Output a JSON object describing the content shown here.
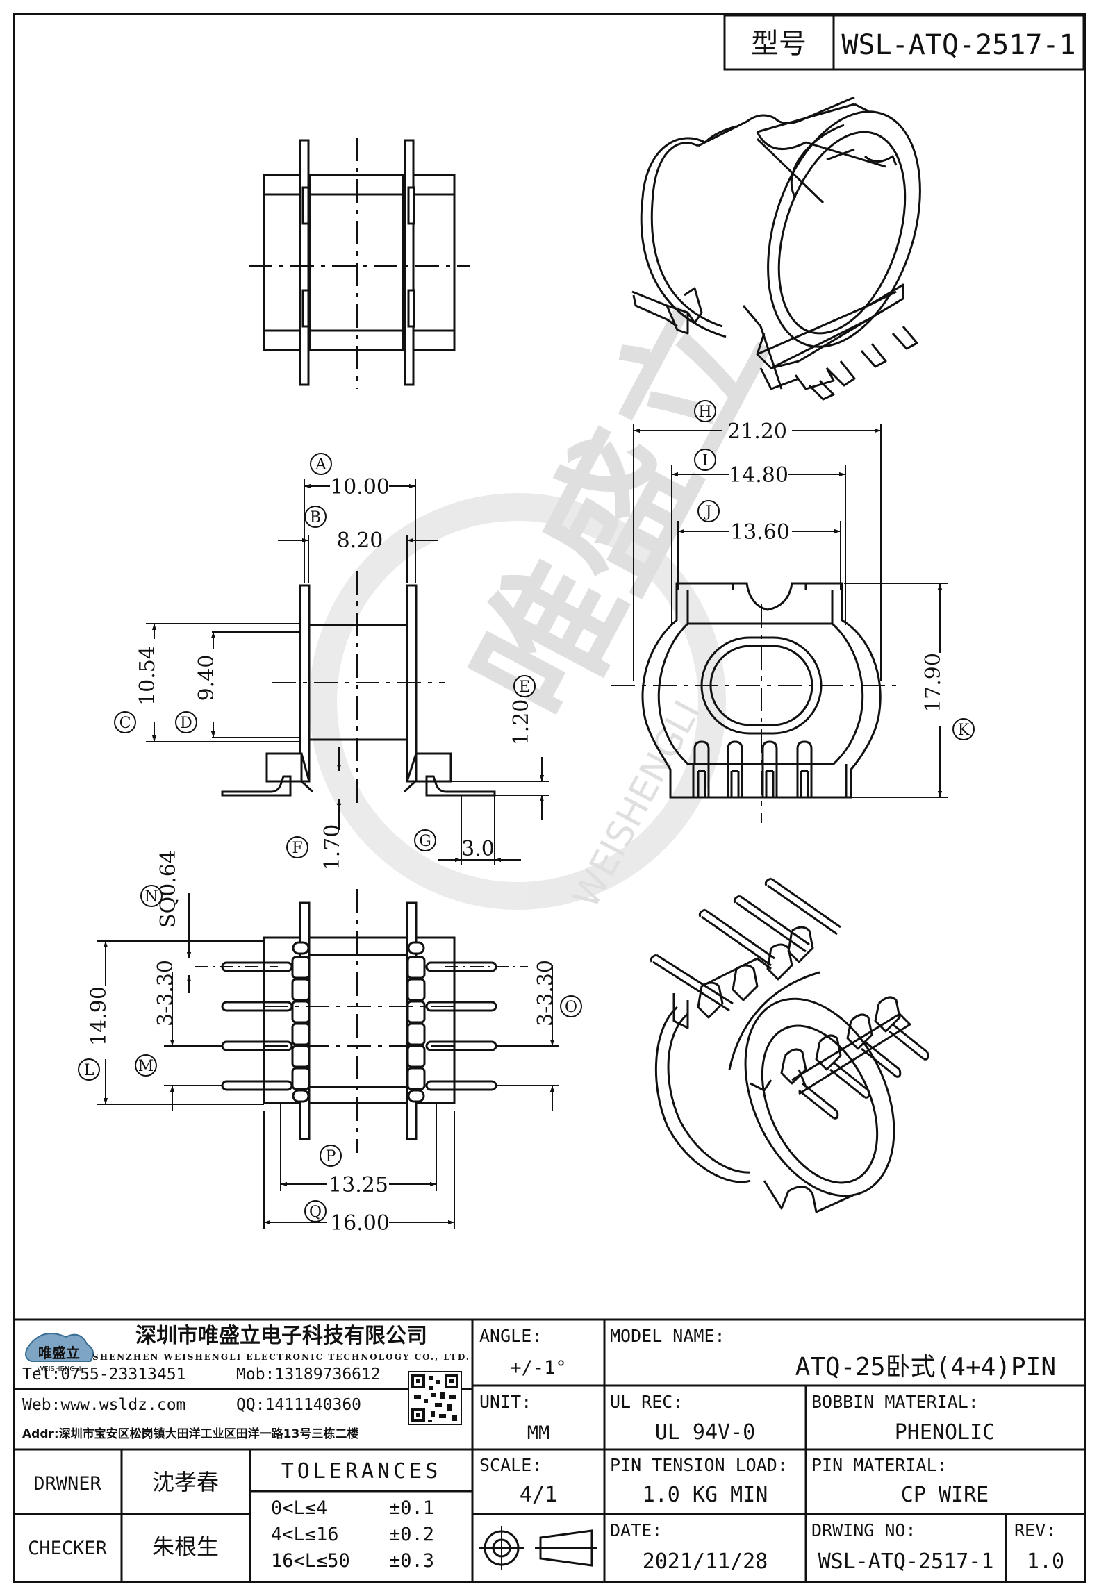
{
  "header": {
    "model_label": "型号",
    "model_value": "WSL-ATQ-2517-1"
  },
  "watermark": {
    "cn": "唯盛立",
    "en": "WEISHENGLI"
  },
  "dims": {
    "A": {
      "letter": "A",
      "value": "10.00"
    },
    "B": {
      "letter": "B",
      "value": "8.20"
    },
    "C": {
      "letter": "C",
      "value": "10.54"
    },
    "D": {
      "letter": "D",
      "value": "9.40"
    },
    "E": {
      "letter": "E",
      "value": "1.20"
    },
    "F": {
      "letter": "F",
      "value": "1.70"
    },
    "G": {
      "letter": "G",
      "value": "3.0"
    },
    "H": {
      "letter": "H",
      "value": "21.20"
    },
    "I": {
      "letter": "I",
      "value": "14.80"
    },
    "J": {
      "letter": "J",
      "value": "13.60"
    },
    "K": {
      "letter": "K",
      "value": "17.90"
    },
    "L": {
      "letter": "L",
      "value": "14.90"
    },
    "M": {
      "letter": "M",
      "value": "3-3.30"
    },
    "N": {
      "letter": "N",
      "value": "SQ0.64"
    },
    "O": {
      "letter": "O",
      "value": "3-3.30"
    },
    "P": {
      "letter": "P",
      "value": "13.25"
    },
    "Q": {
      "letter": "Q",
      "value": "16.00"
    }
  },
  "company": {
    "logo_cn": "唯盛立",
    "logo_en": "WEISHENGLI",
    "name_cn": "深圳市唯盛立电子科技有限公司",
    "name_en": "SHENZHEN WEISHENGLI ELECTRONIC TECHNOLOGY CO., LTD.",
    "tel": "Tel:0755-23313451",
    "mob": "Mob:13189736612",
    "web": "Web:www.wsldz.com",
    "qq": "QQ:1411140360",
    "addr": "Addr:深圳市宝安区松岗镇大田洋工业区田洋一路13号三栋二楼"
  },
  "titleblock": {
    "angle_label": "ANGLE:",
    "angle_value": "+/-1°",
    "model_name_label": "MODEL NAME:",
    "model_name_value": "ATQ-25卧式(4+4)PIN",
    "unit_label": "UNIT:",
    "unit_value": "MM",
    "ul_label": "UL REC:",
    "ul_value": "UL 94V-0",
    "bobbin_label": "BOBBIN MATERIAL:",
    "bobbin_value": "PHENOLIC",
    "scale_label": "SCALE:",
    "scale_value": "4/1",
    "tension_label": "PIN TENSION LOAD:",
    "tension_value": "1.0 KG MIN",
    "pin_label": "PIN MATERIAL:",
    "pin_value": "CP WIRE",
    "date_label": "DATE:",
    "date_value": "2021/11/28",
    "drawing_label": "DRWING NO:",
    "drawing_value": "WSL-ATQ-2517-1",
    "rev_label": "REV:",
    "rev_value": "1.0",
    "drawner_label": "DRWNER",
    "drawner_value": "沈孝春",
    "checker_label": "CHECKER",
    "checker_value": "朱根生",
    "tolerances_label": "TOLERANCES",
    "tol": [
      {
        "range": "0<L≤4",
        "value": "±0.1"
      },
      {
        "range": "4<L≤16",
        "value": "±0.2"
      },
      {
        "range": "16<L≤50",
        "value": "±0.3"
      }
    ]
  }
}
